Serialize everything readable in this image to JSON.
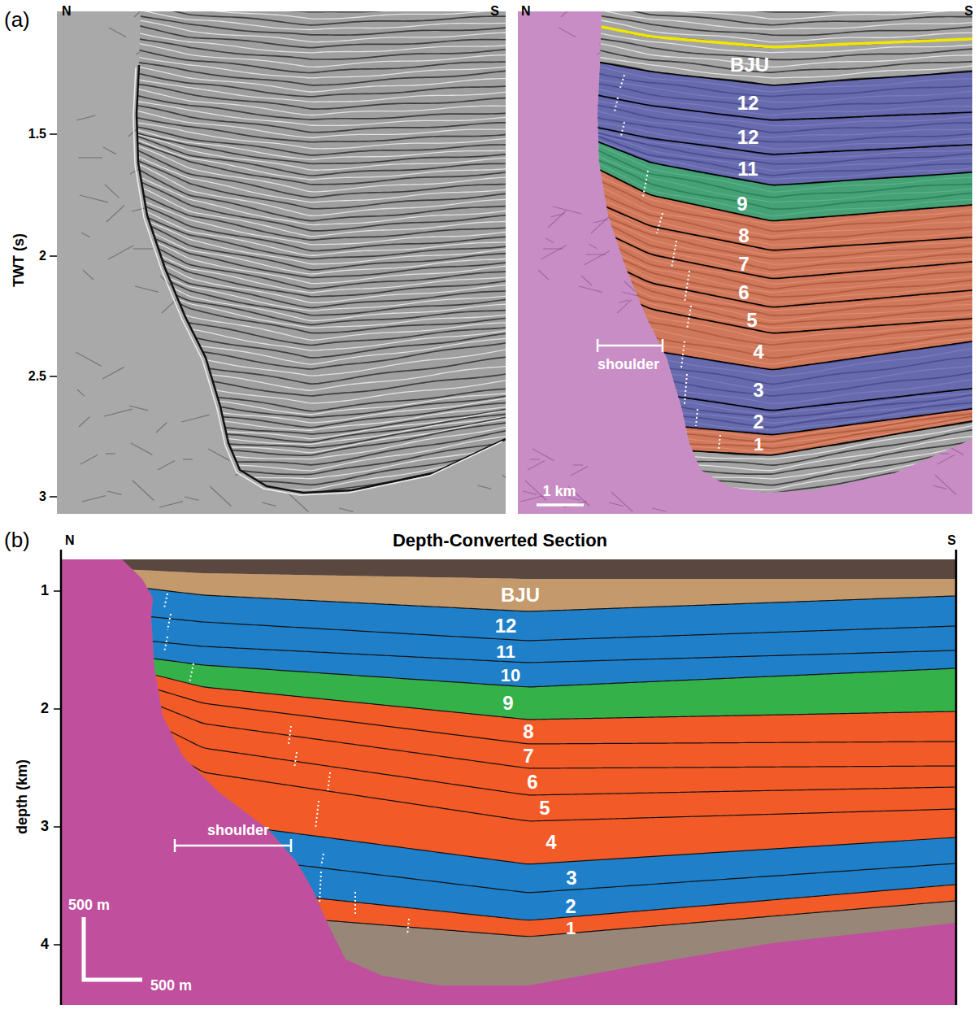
{
  "diagram": {
    "labels": [
      "(a)",
      "N",
      "S",
      "N",
      "S",
      "TWT (s)",
      "1.5",
      "2",
      "2.5",
      "3",
      "BJU",
      "12",
      "12",
      "11",
      "9",
      "8",
      "7",
      "6",
      "5",
      "4",
      "3",
      "2",
      "1",
      "shoulder",
      "1 km",
      "(b)",
      "N",
      "Depth-Converted Section",
      "S",
      "1",
      "2",
      "3",
      "4",
      "depth (km)",
      "BJU",
      "12",
      "11",
      "10",
      "9",
      "8",
      "7",
      "6",
      "5",
      "4",
      "3",
      "2",
      "1",
      "shoulder",
      "500 m",
      "500 m"
    ]
  }
}
